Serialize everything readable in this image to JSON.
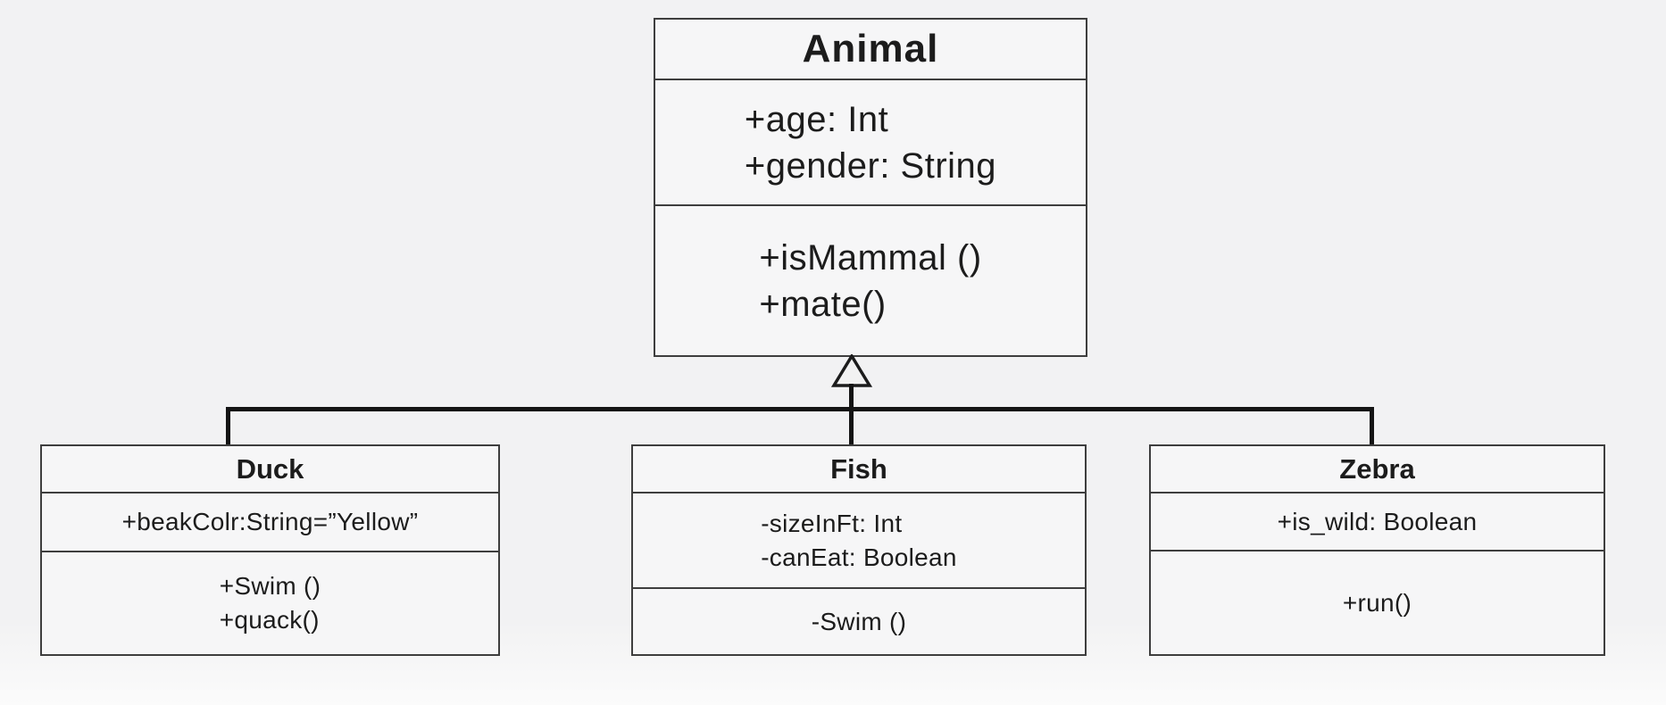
{
  "diagram": {
    "kind": "uml-class-diagram",
    "relationship": "inheritance",
    "parent": "Animal",
    "children": [
      "Duck",
      "Fish",
      "Zebra"
    ]
  },
  "classes": {
    "animal": {
      "name": "Animal",
      "attributes": [
        "+age: Int",
        "+gender: String"
      ],
      "methods": [
        "+isMammal ()",
        "+mate()"
      ]
    },
    "duck": {
      "name": "Duck",
      "attributes": [
        "+beakColr:String=”Yellow”"
      ],
      "methods": [
        "+Swim ()",
        "+quack()"
      ]
    },
    "fish": {
      "name": "Fish",
      "attributes": [
        "-sizeInFt: Int",
        "-canEat: Boolean"
      ],
      "methods": [
        "-Swim ()"
      ]
    },
    "zebra": {
      "name": "Zebra",
      "attributes": [
        "+is_wild: Boolean"
      ],
      "methods": [
        "+run()"
      ]
    }
  },
  "colors": {
    "background": "#f2f2f3",
    "background_bottom": "#fbfbfb",
    "box_fill": "#f6f6f7",
    "box_border": "#3e3e3e",
    "connector": "#141414",
    "text": "#1c1c1c",
    "triangle_fill": "#f2f2f2"
  }
}
